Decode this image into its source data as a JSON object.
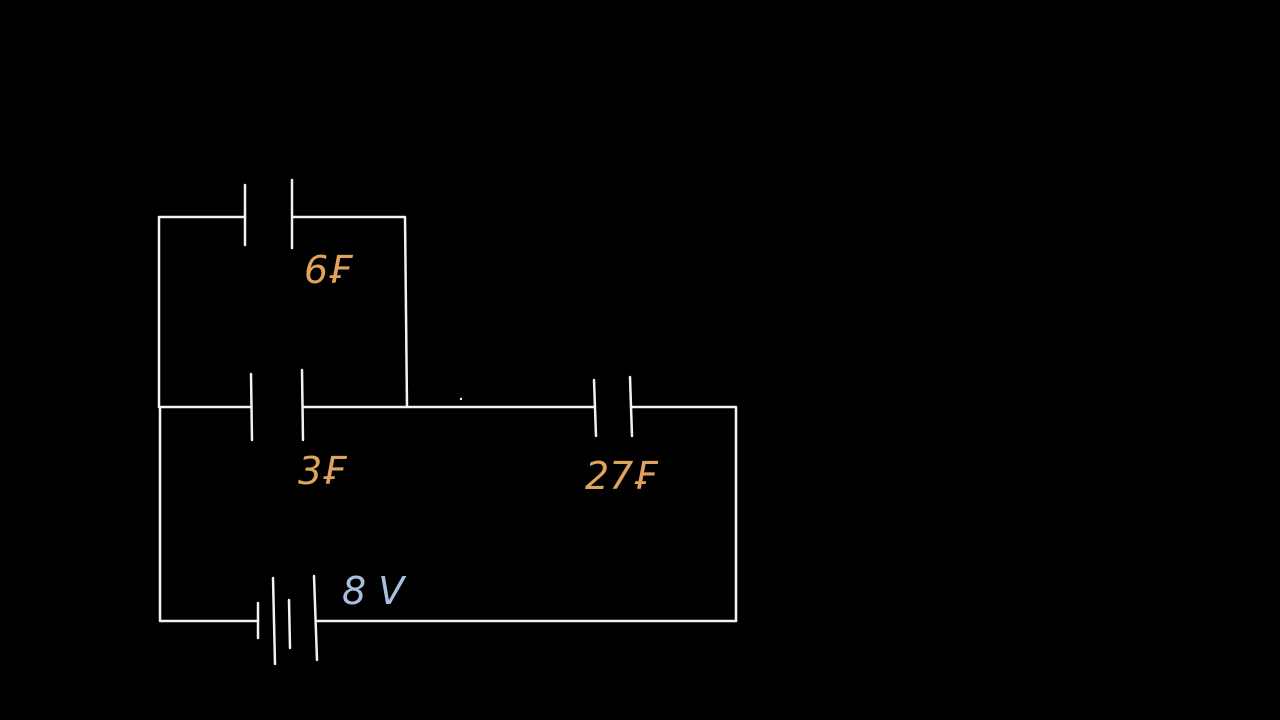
{
  "colors": {
    "background": "#000000",
    "wire": "#f2f2f2",
    "capacitor_label": "#e0a35c",
    "battery_label": "#a9bfe0"
  },
  "capacitors": [
    {
      "id": "c-top",
      "label": "6₣"
    },
    {
      "id": "c-middle",
      "label": "3₣"
    },
    {
      "id": "c-right",
      "label": "27₣"
    }
  ],
  "battery": {
    "label": "8 V"
  }
}
